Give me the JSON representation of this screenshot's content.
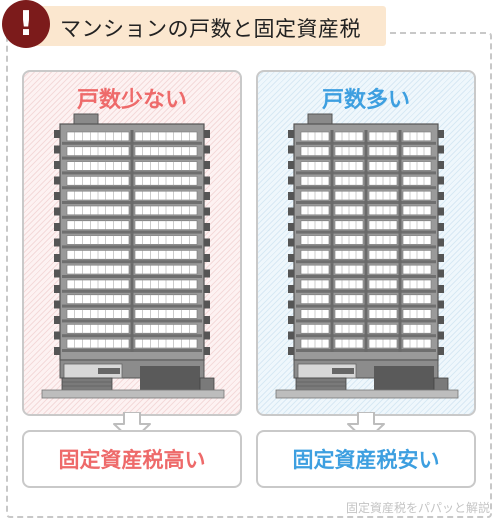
{
  "title": {
    "icon_glyph": "!",
    "text": "マンションの戸数と固定資産税"
  },
  "left_panel": {
    "heading": "戸数少ない",
    "result": "固定資産税高い",
    "accent": "#ee6a6a"
  },
  "right_panel": {
    "heading": "戸数多い",
    "result": "固定資産税安い",
    "accent": "#3d9fe0"
  },
  "footer": "固定資産税をパパッと解説",
  "colors": {
    "title_icon_bg": "#7c1b1b",
    "title_bg": "#fbe7cf",
    "building_facade": "#9a9a9a",
    "window": "#ffffff"
  }
}
